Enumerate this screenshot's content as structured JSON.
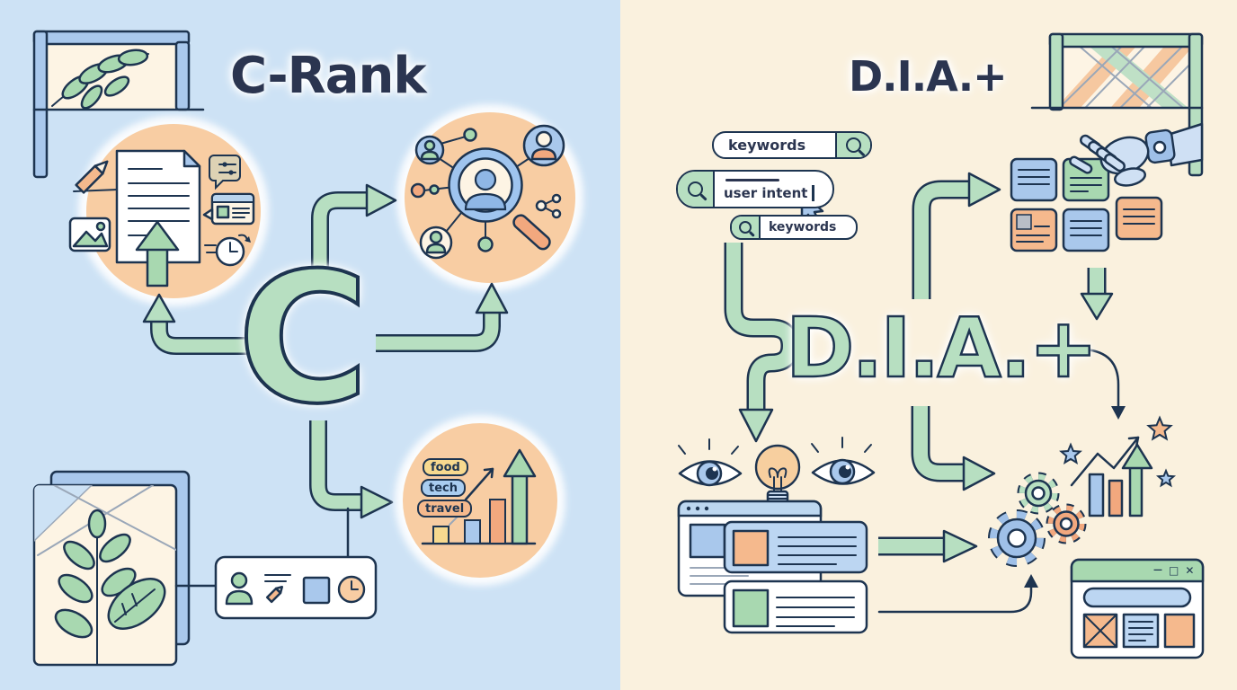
{
  "left_panel": {
    "title": "C-Rank",
    "big_letter": "C",
    "topic_labels": [
      {
        "label": "food",
        "color": "#f7d98f"
      },
      {
        "label": "tech",
        "color": "#a9cdf0"
      },
      {
        "label": "travel",
        "color": "#f5b98d"
      }
    ]
  },
  "right_panel": {
    "title": "D.I.A.+",
    "big_text": "D.I.A.+",
    "search_bars": [
      {
        "value": "keywords",
        "button_side": "right"
      },
      {
        "value": "user intent",
        "button_side": "left",
        "cursor_visible": true
      },
      {
        "value": "keywords",
        "button_side": "left"
      }
    ],
    "result_window_controls": {
      "minimize": "—",
      "maximize": "□",
      "close": "✕"
    }
  },
  "icons": {
    "search-icon": "magnifier (css circle + handle)",
    "mouse-cursor-icon": "pointer arrow",
    "upload-arrow-icon": "green up arrow",
    "robot-hand-icon": "robot arm picking a card",
    "lightbulb-icon": "idea bulb",
    "eye-icon": "watching eye",
    "gear-icon": "process gears"
  },
  "colors": {
    "left_bg": "#cde2f5",
    "right_bg": "#faf1de",
    "green": "#b7dfc1",
    "orange_circle": "#f8cda3",
    "blue": "#a9c8ec",
    "navy_outline": "#1d3450",
    "title_navy": "#2b3550"
  }
}
